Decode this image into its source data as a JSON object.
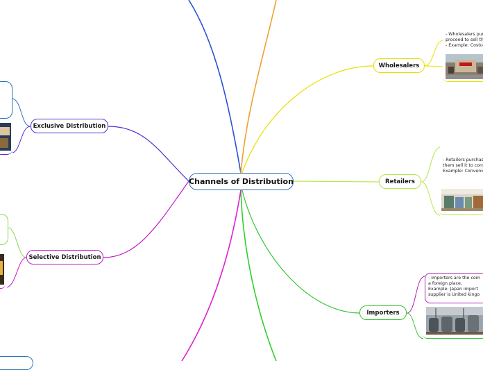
{
  "central": {
    "label": "Channels of Distribution"
  },
  "branches": {
    "wholesalers": {
      "label": "Wholesalers",
      "note": [
        "- Wholesalers purch",
        "proceed to sell ther",
        "- Example: Costco w"
      ]
    },
    "retailers": {
      "label": "Retailers",
      "note": [
        "- Retailers purchase",
        "them sell it to consum",
        "Example: Convenien"
      ]
    },
    "importers": {
      "label": "Importers",
      "note": [
        "- Importers are the com",
        "a foreign  place.",
        "Example: Japan import",
        "supplier is United kingo"
      ]
    },
    "exclusive": {
      "label": "Exclusive Distribution"
    },
    "selective": {
      "label": "Selective Distribution"
    }
  },
  "colors": {
    "central_border": "#2a73b8",
    "wholesalers": "#e8e000",
    "retailers": "#b5e84a",
    "importers": "#36c436",
    "exclusive": "#5a2ccf",
    "selective": "#c318c9",
    "top_left_branch": "#2a50d8",
    "top_branch": "#f0a030",
    "bottom_right_branch": "#2fd02f",
    "bottom_left_branch": "#e020d0"
  },
  "images": {
    "wholesalers": "storefront-photo",
    "retailers": "store-aisle-photo",
    "importers": "harbor-tanks-photo",
    "exclusive": "partial-photo",
    "selective": "partial-photo"
  }
}
